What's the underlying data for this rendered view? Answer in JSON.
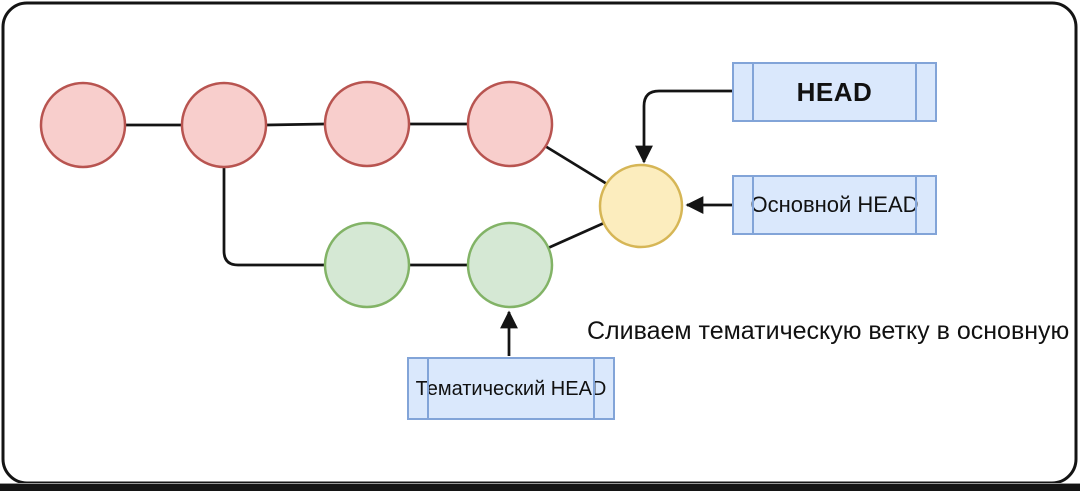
{
  "diagram": {
    "caption": "Сливаем тематическую ветку в основную",
    "labels": {
      "head": "HEAD",
      "main_head": "Основной HEAD",
      "topic_head": "Тематический HEAD"
    },
    "structure": {
      "main_branch_commits": 4,
      "topic_branch_commits": 2,
      "merge_commits": 1,
      "head_arrow_target": "merge-commit",
      "main_head_arrow_target": "merge-commit",
      "topic_head_arrow_target": "topic-commit-2"
    },
    "colors": {
      "main_fill": "#f8cecc",
      "main_stroke": "#b85450",
      "topic_fill": "#d5e8d4",
      "topic_stroke": "#82b366",
      "merge_fill": "#fcedbe",
      "merge_stroke": "#d6b656",
      "box_fill": "#dae8fc",
      "box_stroke": "#82a4d8",
      "line": "#141414"
    }
  }
}
